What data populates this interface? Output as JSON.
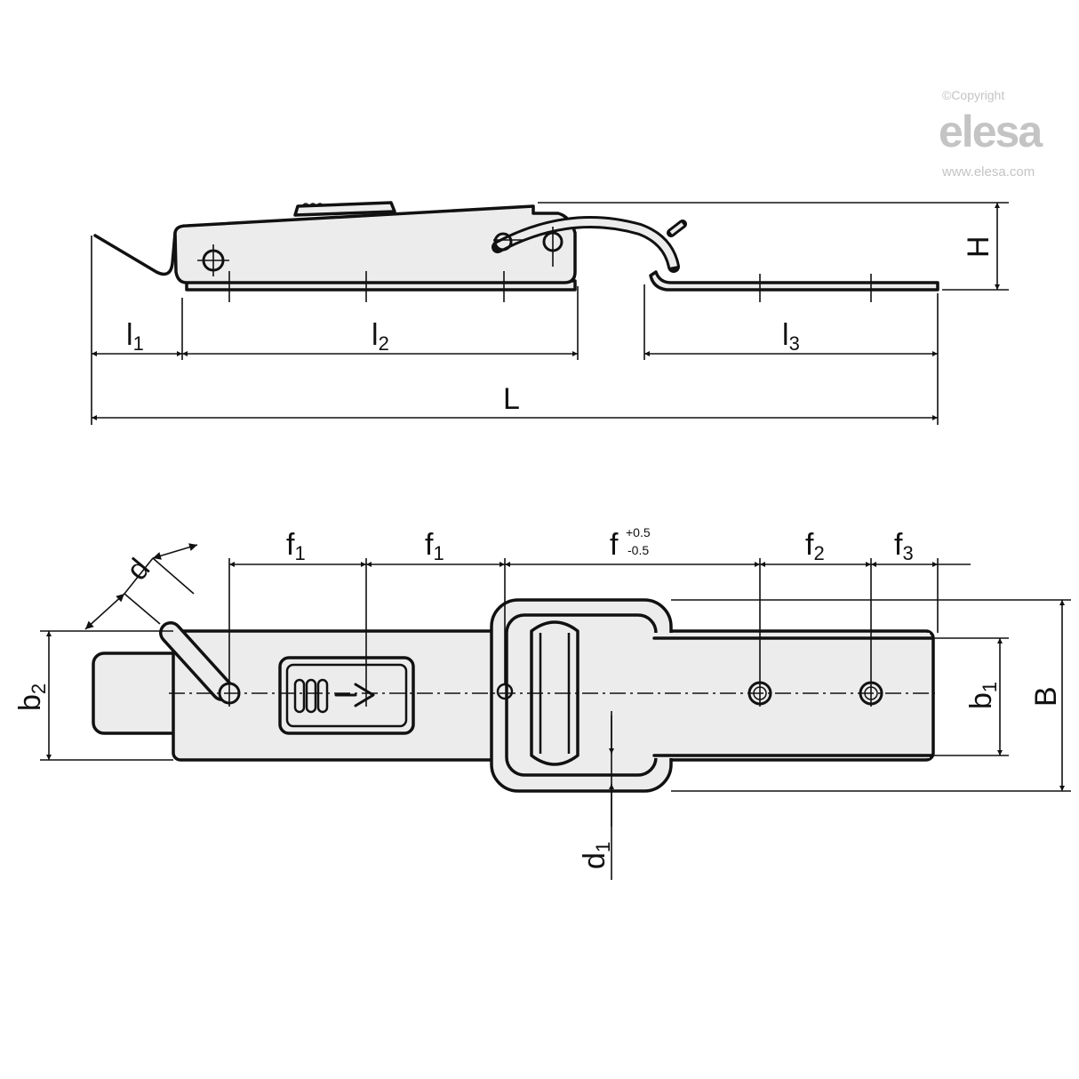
{
  "watermark": {
    "copyright": "©Copyright",
    "brand": "elesa",
    "url": "www.elesa.com"
  },
  "side_view": {
    "l1": {
      "main": "l",
      "sub": "1"
    },
    "l2": {
      "main": "l",
      "sub": "2"
    },
    "l3": {
      "main": "l",
      "sub": "3"
    },
    "L": "L",
    "H": "H"
  },
  "top_view": {
    "f1a": {
      "main": "f",
      "sub": "1"
    },
    "f1b": {
      "main": "f",
      "sub": "1"
    },
    "f": {
      "main": "f",
      "tol_upper": "+0.5",
      "tol_lower": "-0.5"
    },
    "f2": {
      "main": "f",
      "sub": "2"
    },
    "f3": {
      "main": "f",
      "sub": "3"
    },
    "d": "d",
    "b2": {
      "main": "b",
      "sub": "2"
    },
    "b1": {
      "main": "b",
      "sub": "1"
    },
    "B": "B",
    "d1": {
      "main": "d",
      "sub": "1"
    }
  }
}
